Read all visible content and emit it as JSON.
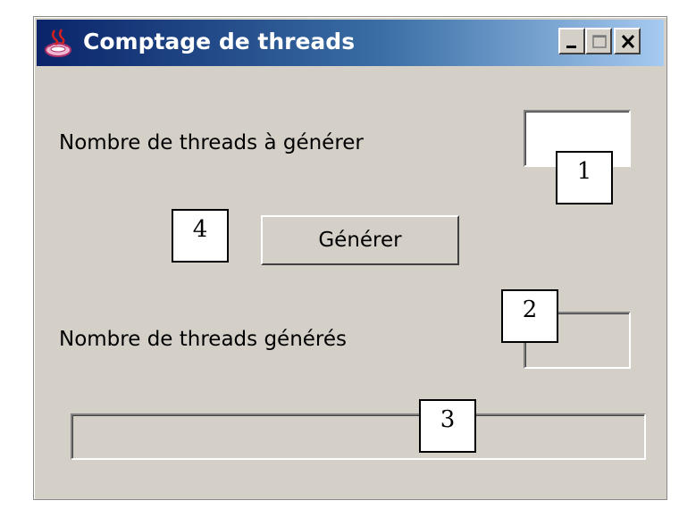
{
  "window": {
    "title": "Comptage de threads",
    "controls": {
      "minimize": "minimize-icon",
      "maximize": "maximize-icon",
      "close": "close-icon"
    }
  },
  "form": {
    "threads_to_generate_label": "Nombre de threads à générer",
    "threads_to_generate_value": "",
    "generate_button_label": "Générer",
    "threads_generated_label": "Nombre de threads générés",
    "threads_generated_value": "",
    "progress": 0
  },
  "callouts": [
    "1",
    "2",
    "3",
    "4"
  ],
  "colors": {
    "face": "#d4d0c8",
    "title_start": "#0a246a",
    "title_end": "#a6caf0"
  }
}
